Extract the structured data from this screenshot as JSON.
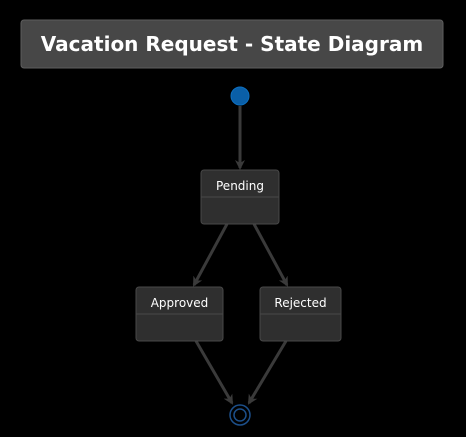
{
  "diagram": {
    "title": "Vacation Request - State Diagram",
    "states": {
      "pending": "Pending",
      "approved": "Approved",
      "rejected": "Rejected"
    },
    "transitions": [
      {
        "from": "start",
        "to": "pending"
      },
      {
        "from": "pending",
        "to": "approved"
      },
      {
        "from": "pending",
        "to": "rejected"
      },
      {
        "from": "approved",
        "to": "end"
      },
      {
        "from": "rejected",
        "to": "end"
      }
    ]
  },
  "colors": {
    "background": "#000000",
    "state_fill": "#2f2f2f",
    "state_stroke": "#484848",
    "title_fill": "#474747",
    "title_stroke": "#5e5e5e",
    "arrow": "#3a3a3a",
    "start_node": "#0a5fa8",
    "end_node": "#1c4f8a",
    "text": "#ffffff"
  }
}
